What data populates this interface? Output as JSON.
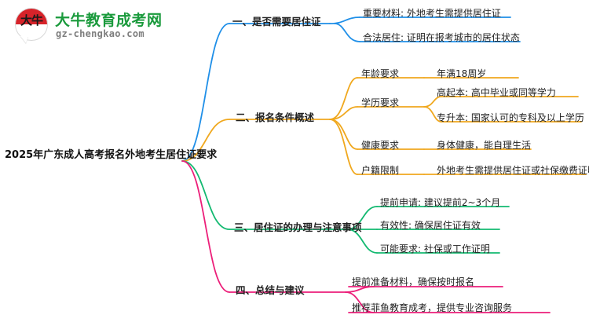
{
  "logo": {
    "badge_text": "大牛",
    "brand_cn": "大牛教育成考网",
    "brand_url": "gz-chengkao.com",
    "colors": {
      "red": "#d6232a",
      "green": "#1a9a3c",
      "gray": "#7d7d7d"
    }
  },
  "mindmap": {
    "root": "2025年广东成人高考报名外地考生居住证要求",
    "colors": {
      "branch1": "#1f8fe8",
      "branch2": "#f0a81e",
      "branch3": "#13b971",
      "branch4": "#ec1e79"
    },
    "branches": [
      {
        "label": "一、是否需要居住证",
        "color": "#1f8fe8",
        "children": [
          {
            "label": "重要材料: 外地考生需提供居住证"
          },
          {
            "label": "合法居住: 证明在报考城市的居住状态"
          }
        ]
      },
      {
        "label": "二、报名条件概述",
        "color": "#f0a81e",
        "children": [
          {
            "label": "年龄要求",
            "children": [
              {
                "label": "年满18周岁"
              }
            ]
          },
          {
            "label": "学历要求",
            "children": [
              {
                "label": "高起本: 高中毕业或同等学力"
              },
              {
                "label": "专升本: 国家认可的专科及以上学历"
              }
            ]
          },
          {
            "label": "健康要求",
            "children": [
              {
                "label": "身体健康，能自理生活"
              }
            ]
          },
          {
            "label": "户籍限制",
            "children": [
              {
                "label": "外地考生需提供居住证或社保缴费证明"
              }
            ]
          }
        ]
      },
      {
        "label": "三、居住证的办理与注意事项",
        "color": "#13b971",
        "children": [
          {
            "label": "提前申请: 建议提前2~3个月"
          },
          {
            "label": "有效性: 确保居住证有效"
          },
          {
            "label": "可能要求: 社保或工作证明"
          }
        ]
      },
      {
        "label": "四、总结与建议",
        "color": "#ec1e79",
        "children": [
          {
            "label": "提前准备材料，确保按时报名"
          },
          {
            "label": "推荐菲鱼教育成考，提供专业咨询服务"
          }
        ]
      }
    ]
  }
}
